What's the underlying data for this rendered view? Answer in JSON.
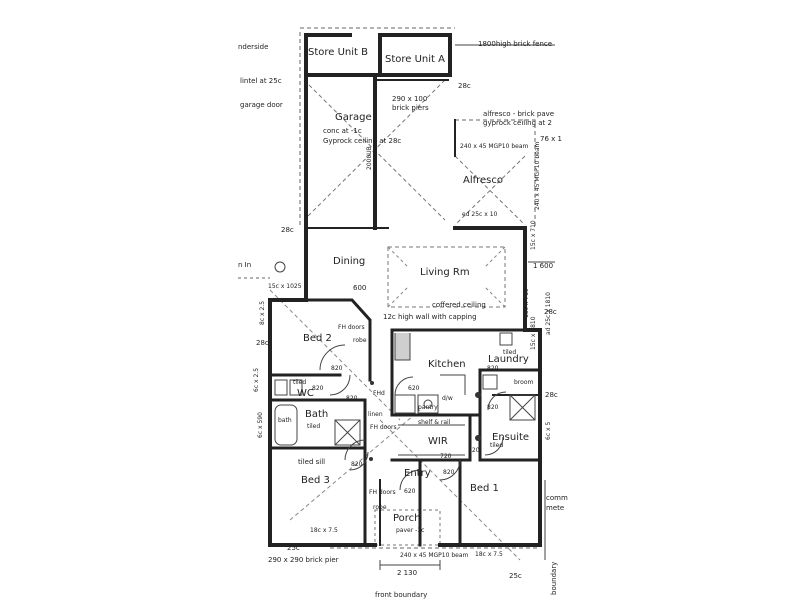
{
  "rooms": {
    "store_b": "Store Unit B",
    "store_a": "Store Unit A",
    "garage": "Garage",
    "alfresco": "Alfresco",
    "dining": "Dining",
    "living": "Living Rm",
    "bed2": "Bed 2",
    "kitchen": "Kitchen",
    "laundry": "Laundry",
    "wc": "WC",
    "bath": "Bath",
    "wir": "WIR",
    "ensuite": "Ensuite",
    "bed3": "Bed 3",
    "entry": "Entry",
    "bed1": "Bed 1",
    "porch": "Porch"
  },
  "notes": {
    "underside": "nderside",
    "lintel": "lintel at 25c",
    "garage_door": "garage door",
    "fence": "1800high brick fence",
    "brick_piers_1": "290 x 100",
    "brick_piers_2": "brick piers",
    "level_28c_top": "28c",
    "garage_conc": "conc at -1c",
    "garage_ceiling": "Gyprock ceiling at 28c",
    "alfresco_note_1": "alfresco - brick pave",
    "alfresco_note_2": "gyprock ceiling at 2",
    "alfresco_beam": "240 x 45 MGP10 beam",
    "alfresco_beam_side": "240 x 45 MGP10 beam",
    "dim_76": "76 x 1",
    "width_2000": "2000UB",
    "lintel_25x10": "ed 25c x 10",
    "level_28c_left": "28c",
    "dim_1600": "1 600",
    "opening_600": "600",
    "coffered": "coffered ceiling",
    "wall_capping": "12c high wall with capping",
    "door_1025": "15c x 1025",
    "n_in": "n In",
    "bed2_28c": "28c",
    "door_820_bed2": "820",
    "robe_bed2": "robe",
    "fh_doors_bed2": "FH doors",
    "door_820_wc": "820",
    "tiled_wc": "tiled",
    "door_820_kitchen": "620",
    "pantry": "pantry",
    "dw": "d/w",
    "tiled_laundry": "tiled",
    "broom": "broom",
    "door_820_laundry": "820",
    "side_28c": "28c",
    "level_28c_right": "28c",
    "door_820_bath": "820",
    "fhd": "FHd",
    "tiled_bath": "tiled",
    "linen": "linen",
    "fh_doors_bath": "FH doors",
    "bath_label": "bath",
    "shelf": "shelf & rail",
    "door_720_wir": "720",
    "door_820_ensuite": "820",
    "tiled_ensuite": "tiled",
    "tiled_sill": "tiled sill",
    "door_820_bed3": "820",
    "door_620_entry": "620",
    "door_720_entry": "720",
    "door_820_entry": "820",
    "fh_doors_bed3": "FH doors",
    "robe_bed3": "robe",
    "dim_18x75_left": "18c x 7.5",
    "dim_18x75_right": "18c x 7.5",
    "porch_level": "paver -1c",
    "porch_beam": "240 x 45 MGP10 beam",
    "bottom_25c_left": "25c",
    "bottom_25c_right": "25c",
    "brick_pier": "290 x 290 brick pier",
    "dim_2130": "2 130",
    "front_boundary": "front boundary",
    "boundary": "boundary",
    "comm_meter": "comm",
    "meter": "mete",
    "size_6x25": "6c x 2.5",
    "size_6x5": "6c x 5",
    "size_6x590": "6c x 590",
    "size_15x710": "15c x 710",
    "size_15x1810": "15c x 1810",
    "size_8x25": "8c x 2.5",
    "size_right_15": "15c x 710",
    "wd_25": "ad 25c x 1810"
  }
}
